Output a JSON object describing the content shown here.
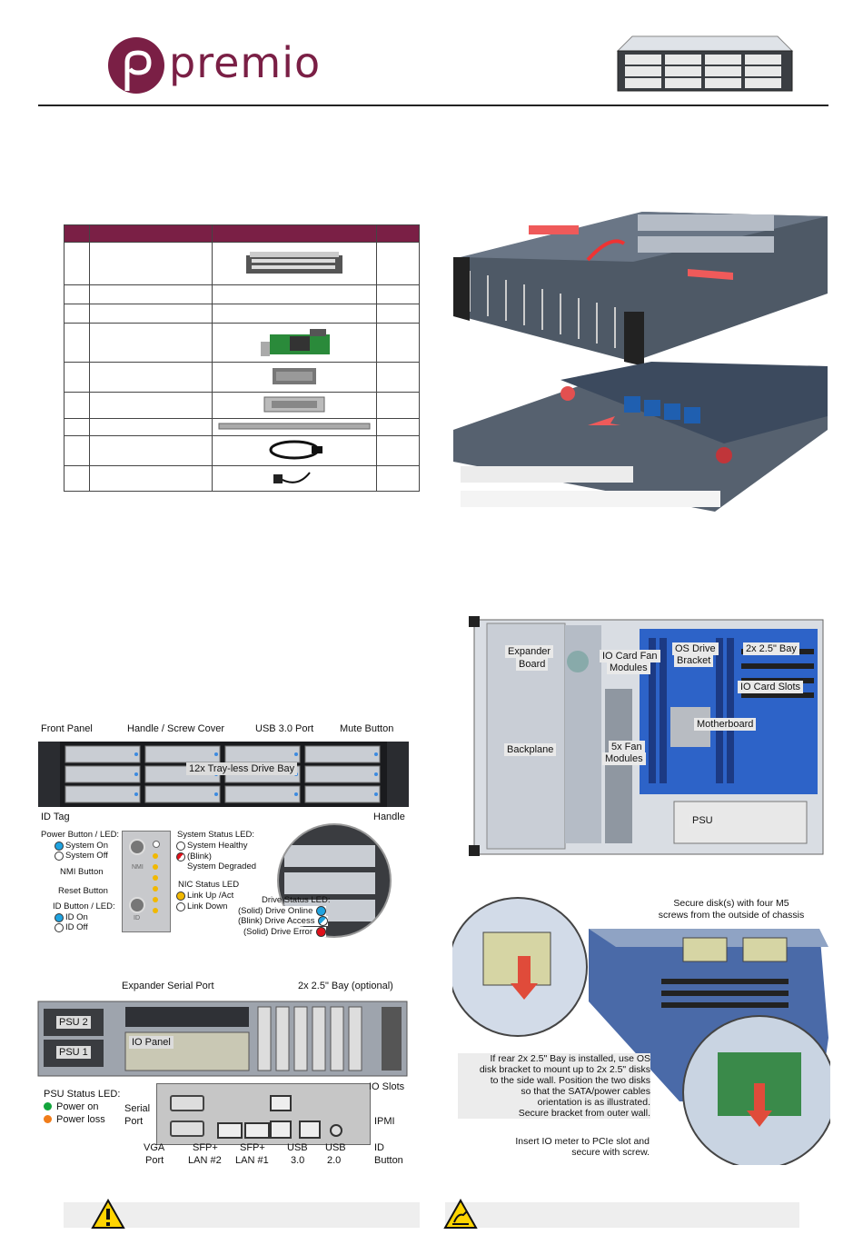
{
  "brand": {
    "name": "premio",
    "color": "#7a1f45"
  },
  "front_view": {
    "labels": {
      "front_panel": "Front Panel",
      "handle_screw_cover": "Handle / Screw Cover",
      "usb30": "USB 3.0 Port",
      "mute": "Mute Button",
      "bays": "12x Tray-less Drive Bay",
      "id_tag": "ID Tag",
      "handle": "Handle"
    }
  },
  "front_panel_detail": {
    "power_button": "Power Button / LED:",
    "system_on": "System On",
    "system_off": "System Off",
    "nmi": "NMI Button",
    "reset": "Reset Button",
    "id_button": "ID Button / LED:",
    "id_on": "ID On",
    "id_off": "ID Off",
    "sys_status": "System Status LED:",
    "sys_healthy": "System Healthy",
    "blink": "(Blink)",
    "sys_degraded": "System Degraded",
    "nic_status": "NIC Status LED",
    "link_up": "Link Up /Act",
    "link_down": "Link Down",
    "drive_status": "Drive Status LED:",
    "drive_online": "(Solid) Drive Online",
    "drive_access": "(Blink) Drive Access",
    "drive_error": "(Solid) Drive Error",
    "panel_nmi": "NMI",
    "panel_id": "ID"
  },
  "rear_view": {
    "expander_serial": "Expander Serial Port",
    "bay_optional": "2x 2.5\" Bay (optional)",
    "psu2": "PSU 2",
    "psu1": "PSU 1",
    "io_panel": "IO Panel",
    "psu_status": "PSU Status LED:",
    "power_on": "Power on",
    "power_loss": "Power loss",
    "serial_port": "Serial",
    "serial_port2": "Port",
    "io_slots": "IO Slots",
    "ipmi": "IPMI",
    "vga": "VGA",
    "vga2": "Port",
    "sfp2": "SFP+",
    "sfp2b": "LAN #2",
    "sfp1": "SFP+",
    "sfp1b": "LAN #1",
    "usb30": "USB",
    "usb30b": "3.0",
    "usb20": "USB",
    "usb20b": "2.0",
    "id": "ID",
    "idb": "Button"
  },
  "top_view": {
    "expander": "Expander",
    "expander2": "Board",
    "io_fan": "IO Card Fan",
    "io_fan2": "Modules",
    "os_drive": "OS Drive",
    "os_drive2": "Bracket",
    "bay25": "2x 2.5\" Bay",
    "io_slots": "IO Card Slots",
    "motherboard": "Motherboard",
    "backplane": "Backplane",
    "fan5": "5x Fan",
    "fan5b": "Modules",
    "psu": "PSU"
  },
  "install": {
    "secure1": "Secure disk(s) with four M5",
    "secure2": "screws from the outside of chassis",
    "rear1": "If rear 2x 2.5\" Bay is installed, use OS",
    "rear2": "disk bracket to mount up to 2x 2.5\" disks",
    "rear3": "to the side wall. Position the two disks",
    "rear4": "so that the SATA/power cables",
    "rear5": "orientation is as illustrated.",
    "rear6": "Secure bracket from outer wall.",
    "io1": "Insert IO meter to PCIe slot and",
    "io2": "secure with screw."
  },
  "colors": {
    "blue_led": "#1fa3e0",
    "yellow_led": "#f1b800",
    "red_led": "#e0101a",
    "green_led": "#12a53c",
    "orange_led": "#f07d1a",
    "board_blue": "#2d63c8"
  }
}
